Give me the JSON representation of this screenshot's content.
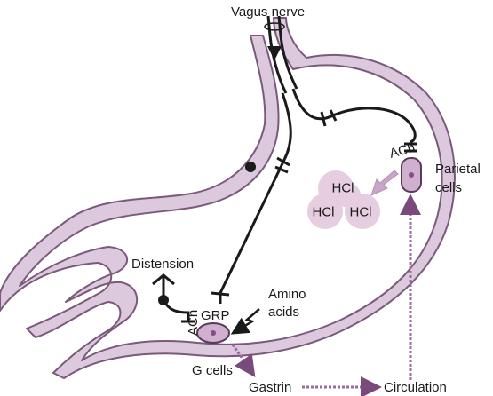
{
  "labels": {
    "vagus": "Vagus nerve",
    "parietal_line1": "Parietal",
    "parietal_line2": "cells",
    "distension": "Distension",
    "amino_line1": "Amino",
    "amino_line2": "acids",
    "grp": "GRP",
    "ach_g": "ACh",
    "ach_parietal": "ACh",
    "g_cells": "G cells",
    "gastrin": "Gastrin",
    "circulation": "Circulation"
  },
  "hcl": [
    "HCl",
    "HCl",
    "HCl"
  ],
  "colors": {
    "wall_fill": "#ddc9dd",
    "wall_stroke": "#7a5a7a",
    "cell_fill": "#cfb0cf",
    "hcl_fill": "#e6cde0",
    "arrow_fill": "#c8a6c8",
    "dashed_arrow": "#9a6a9a",
    "nerve": "#1a1a1a"
  }
}
